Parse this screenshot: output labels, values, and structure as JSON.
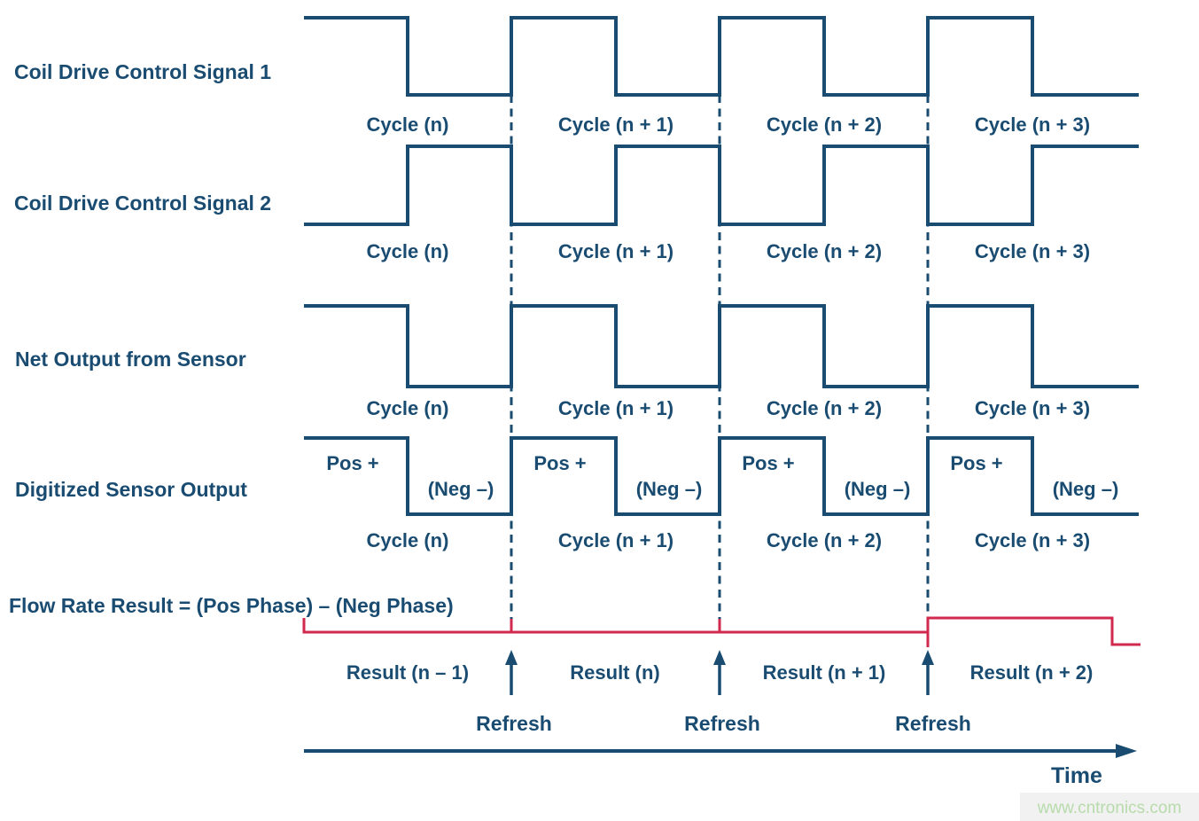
{
  "colors": {
    "blue": "#1a4c72",
    "red": "#d2294e",
    "wmtext": "#b7dbab",
    "wmbg": "#f1f1f1"
  },
  "signals": [
    {
      "label": "Coil Drive Control Signal 1",
      "cycles": [
        "Cycle (n)",
        "Cycle (n + 1)",
        "Cycle (n + 2)",
        "Cycle (n + 3)"
      ]
    },
    {
      "label": "Coil Drive Control Signal 2",
      "cycles": [
        "Cycle (n)",
        "Cycle (n + 1)",
        "Cycle (n + 2)",
        "Cycle (n + 3)"
      ]
    },
    {
      "label": "Net Output from Sensor",
      "cycles": [
        "Cycle (n)",
        "Cycle (n + 1)",
        "Cycle (n + 2)",
        "Cycle (n + 3)"
      ]
    },
    {
      "label": "Digitized Sensor Output",
      "cycles": [
        "Cycle (n)",
        "Cycle (n + 1)",
        "Cycle (n + 2)",
        "Cycle (n + 3)"
      ],
      "phase_pos": "Pos +",
      "phase_neg": "(Neg –)"
    }
  ],
  "flow_result": {
    "label": "Flow Rate Result = (Pos Phase) – (Neg Phase)",
    "results": [
      "Result (n – 1)",
      "Result (n)",
      "Result (n + 1)",
      "Result (n + 2)"
    ],
    "refresh": "Refresh"
  },
  "time_axis": {
    "label": "Time"
  },
  "watermark": {
    "text": "www.cntronics.com"
  }
}
